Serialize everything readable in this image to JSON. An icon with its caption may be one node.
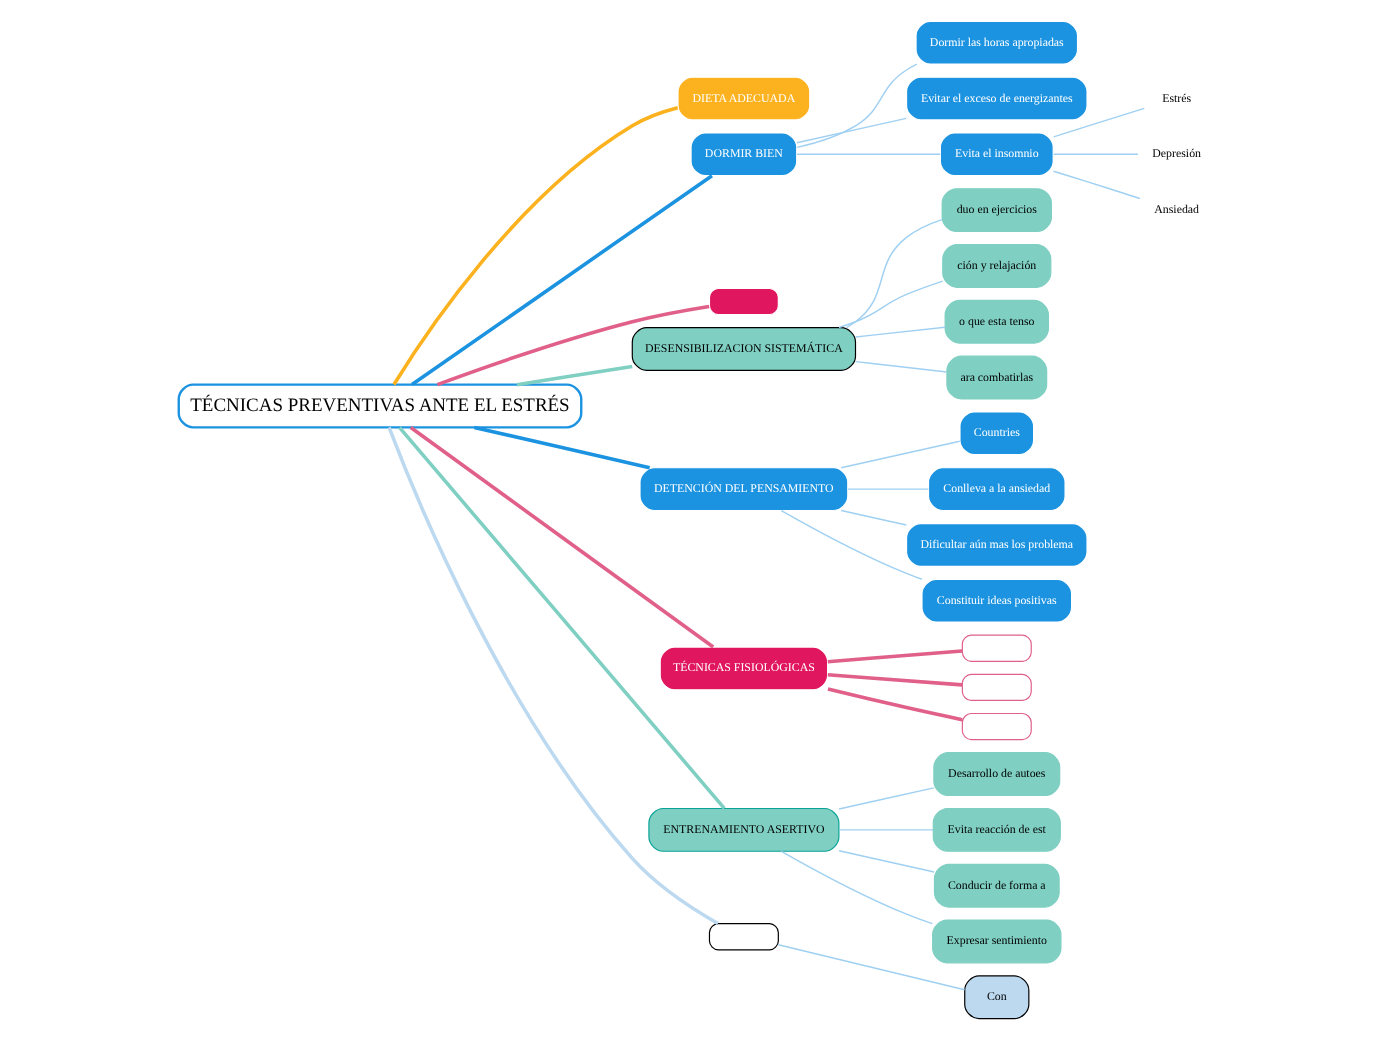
{
  "diagram": {
    "nodes": [
      {
        "text": [
          "TÉCNICAS PREVENTIVAS ANTE EL ESTRÉS"
        ]
      },
      {
        "text": [
          "DIETA ADECUADA"
        ]
      },
      {
        "text": [
          "DORMIR BIEN"
        ]
      },
      {
        "text": [
          "Dormir las horas apropiadas"
        ]
      },
      {
        "text": [
          "Evitar el exceso de energizantes"
        ]
      },
      {
        "text": [
          "Evita el insomnio"
        ]
      },
      {
        "text": [
          "Estrés"
        ]
      },
      {
        "text": [
          "Depresión"
        ]
      },
      {
        "text": [
          "Ansiedad"
        ]
      },
      {
        "text": [],
        "shape": "box"
      },
      {
        "text": [
          "DESENSIBILIZACION SISTEMÁTICA"
        ]
      },
      {
        "text": [
          "duo en ejercicios"
        ]
      },
      {
        "text": [
          "ción y relajación"
        ]
      },
      {
        "text": [
          "o que esta tenso"
        ]
      },
      {
        "text": [
          "ara combatirlas"
        ]
      },
      {
        "text": [
          "DETENCIÓN DEL PENSAMIENTO"
        ]
      },
      {
        "text": [
          "Countries"
        ]
      },
      {
        "text": [
          "Conlleva a la ansiedad"
        ]
      },
      {
        "text": [
          "Dificultar aún mas los problema"
        ]
      },
      {
        "text": [
          "Constituir ideas positivas"
        ]
      },
      {
        "text": [
          "TÉCNICAS FISIOLÓGICAS"
        ]
      },
      {
        "text": [],
        "shape": "box"
      },
      {
        "text": [],
        "shape": "box"
      },
      {
        "text": [],
        "shape": "box"
      },
      {
        "text": [
          "ENTRENAMIENTO ASERTIVO"
        ]
      },
      {
        "text": [
          "Desarrollo de autoes"
        ]
      },
      {
        "text": [
          "Evita reacción de est"
        ]
      },
      {
        "text": [
          "Conducir de forma a"
        ]
      },
      {
        "text": [
          "Expresar sentimiento"
        ]
      },
      {
        "text": [],
        "shape": "box"
      },
      {
        "text": [
          "Con"
        ]
      }
    ],
    "edges": [
      {
        "from": 0,
        "to": 1,
        "arrow": "none",
        "color": "#fbb21e"
      },
      {
        "from": 0,
        "to": 2,
        "arrow": "none",
        "color": "#1b93e0"
      },
      {
        "from": 2,
        "to": 3,
        "arrow": "none"
      },
      {
        "from": 2,
        "to": 4,
        "arrow": "none"
      },
      {
        "from": 2,
        "to": 5,
        "arrow": "none"
      },
      {
        "from": 5,
        "to": 6,
        "arrow": "none"
      },
      {
        "from": 5,
        "to": 7,
        "arrow": "none"
      },
      {
        "from": 5,
        "to": 8,
        "arrow": "none"
      },
      {
        "from": 0,
        "to": 9,
        "arrow": "none",
        "color": "#e0608a"
      },
      {
        "from": 0,
        "to": 10,
        "arrow": "none",
        "color": "#7fcfc2"
      },
      {
        "from": 10,
        "to": 11,
        "arrow": "none"
      },
      {
        "from": 10,
        "to": 12,
        "arrow": "none"
      },
      {
        "from": 10,
        "to": 13,
        "arrow": "none"
      },
      {
        "from": 10,
        "to": 14,
        "arrow": "none"
      },
      {
        "from": 0,
        "to": 15,
        "arrow": "none",
        "color": "#1b93e0"
      },
      {
        "from": 15,
        "to": 16,
        "arrow": "none"
      },
      {
        "from": 15,
        "to": 17,
        "arrow": "none"
      },
      {
        "from": 15,
        "to": 18,
        "arrow": "none"
      },
      {
        "from": 15,
        "to": 19,
        "arrow": "none"
      },
      {
        "from": 0,
        "to": 20,
        "arrow": "none",
        "color": "#e0608a"
      },
      {
        "from": 20,
        "to": 21,
        "arrow": "none",
        "color": "#e0608a"
      },
      {
        "from": 20,
        "to": 22,
        "arrow": "none",
        "color": "#e0608a"
      },
      {
        "from": 20,
        "to": 23,
        "arrow": "none",
        "color": "#e0608a"
      },
      {
        "from": 0,
        "to": 24,
        "arrow": "none",
        "color": "#7fcfc2"
      },
      {
        "from": 24,
        "to": 25,
        "arrow": "none"
      },
      {
        "from": 24,
        "to": 26,
        "arrow": "none"
      },
      {
        "from": 24,
        "to": 27,
        "arrow": "none"
      },
      {
        "from": 24,
        "to": 28,
        "arrow": "none"
      },
      {
        "from": 0,
        "to": 29,
        "arrow": "none",
        "color": "#bcd9f0"
      },
      {
        "from": 29,
        "to": 30,
        "arrow": "none"
      }
    ]
  }
}
